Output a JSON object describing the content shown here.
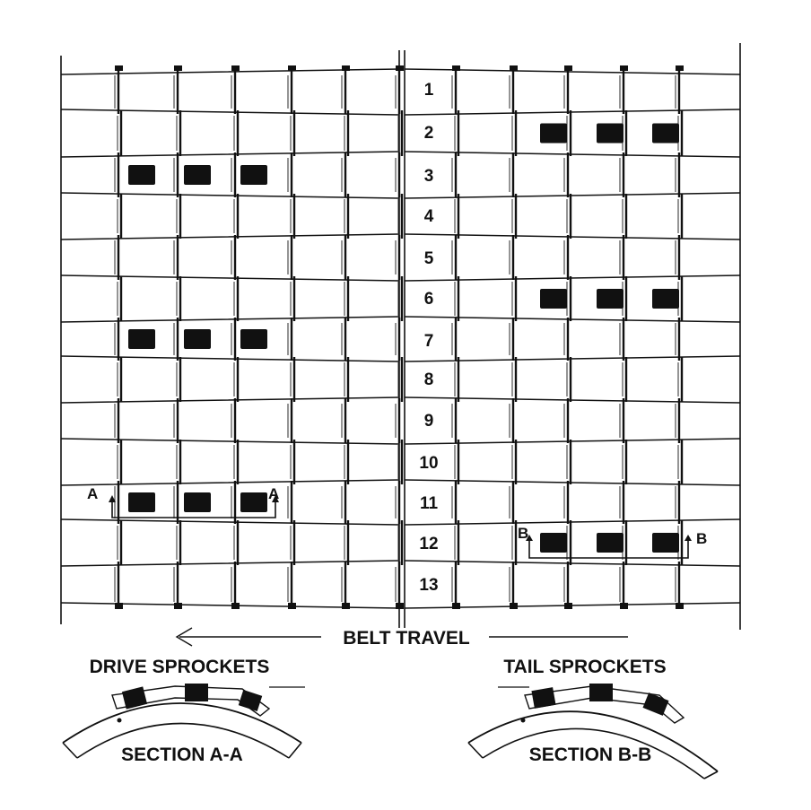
{
  "diagram": {
    "row_numbers": [
      "1",
      "2",
      "3",
      "4",
      "5",
      "6",
      "7",
      "8",
      "9",
      "10",
      "11",
      "12",
      "13"
    ],
    "belt_travel_label": "BELT TRAVEL",
    "drive_label": "DRIVE SPROCKETS",
    "tail_label": "TAIL SPROCKETS",
    "section_a_label": "SECTION A-A",
    "section_b_label": "SECTION B-B",
    "marker_a": "A",
    "marker_b": "B",
    "sprocket_blocks": [
      {
        "row": 2,
        "side": "right"
      },
      {
        "row": 3,
        "side": "left"
      },
      {
        "row": 6,
        "side": "right"
      },
      {
        "row": 7,
        "side": "left"
      },
      {
        "row": 11,
        "side": "left"
      },
      {
        "row": 12,
        "side": "right"
      }
    ],
    "colors": {
      "ink": "#111111",
      "paper": "#ffffff"
    }
  }
}
